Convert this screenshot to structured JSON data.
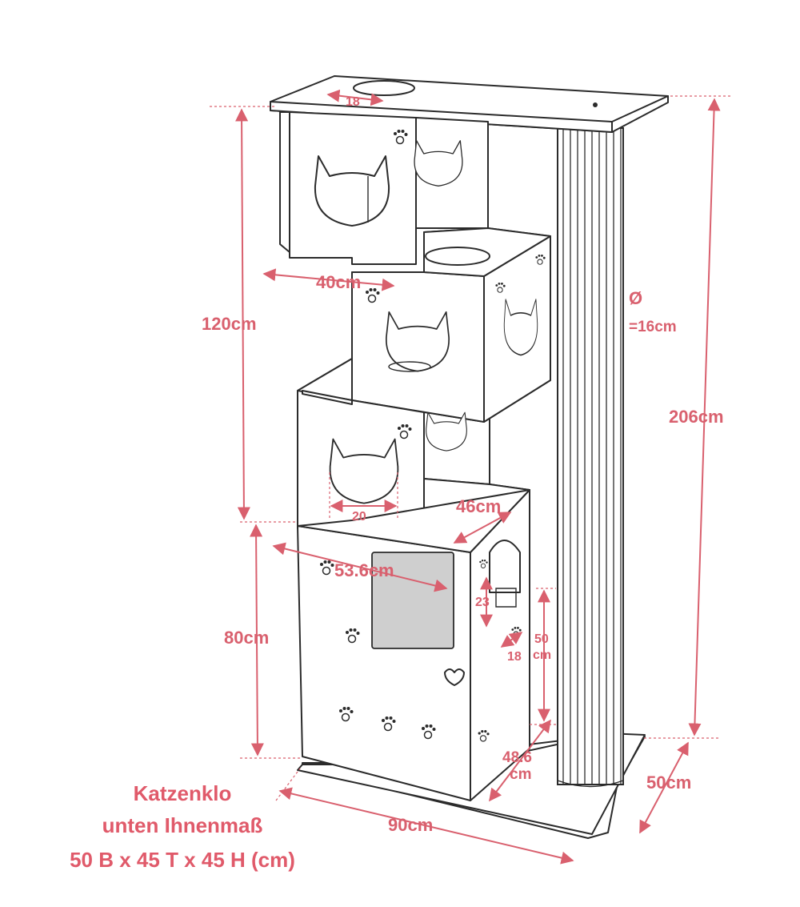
{
  "colors": {
    "dimension": "#d9606e",
    "caption": "#e05a6a",
    "outline": "#2b2b2b",
    "window": "#cfcfcf"
  },
  "dimensions": {
    "top_hole": "18",
    "upper_width": "40cm",
    "height_upper": "120cm",
    "post_symbol": "Ø",
    "post_diameter": "=16cm",
    "total_height": "206cm",
    "hole_width": "20",
    "box_depth": "46cm",
    "litter_width": "53.6cm",
    "side_opening_height": "23",
    "door_height": "50",
    "door_height_unit": "cm",
    "side_opening_width": "18",
    "height_lower": "80cm",
    "lower_depth_value": "48.6",
    "lower_depth_unit": "cm",
    "base_depth": "50cm",
    "base_width": "90cm"
  },
  "caption": {
    "line1": "Katzenklo",
    "line2": "unten Ihnenmaß",
    "line3": "50 B x 45 T x 45 H (cm)"
  },
  "icons": [
    "cat-head-hole-icon",
    "paw-print-icon",
    "heart-icon",
    "scratching-post-icon"
  ]
}
